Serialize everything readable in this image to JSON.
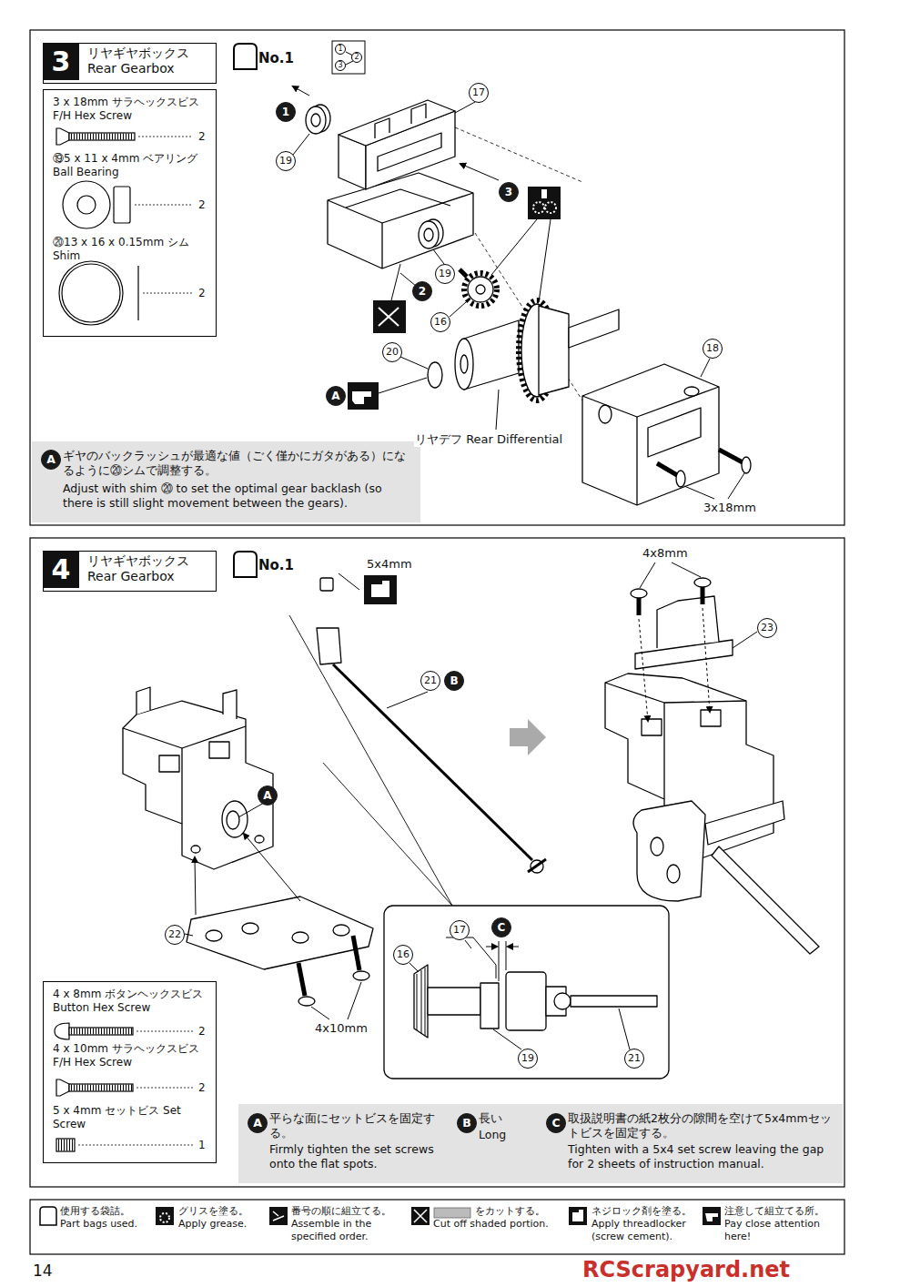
{
  "diagram": {
    "nodes": [
      {
        "text": [
          "3",
          "リヤギヤボックス Rear Gearbox"
        ]
      },
      {
        "text": [
          "3 x 18mm サラヘックスビス F/H Hex Screw",
          "2",
          "⑲5 x 11 x 4mm ベアリング Ball Bearing",
          "2",
          "⑳13 x 16 x 0.15mm シム Shim",
          "2"
        ]
      },
      {
        "text": [
          "A",
          "ギヤのバックラッシュが最適な値（ごく僅かにガタがある）になるように⑳シムで調整する。",
          "Adjust with shim ⑳ to set the optimal gear backlash (so there is still slight movement between the gears)."
        ]
      },
      {
        "text": [
          "4",
          "リヤギヤボックス Rear Gearbox"
        ]
      },
      {
        "text": [
          "4 x 8mm ボタンヘックスビス Button Hex Screw",
          "2",
          "4 x 10mm サラヘックスビス F/H Hex Screw",
          "2",
          "5 x 4mm セットビス Set Screw",
          "1"
        ]
      },
      {
        "text": [
          "A",
          "平らな面にセットビスを固定する。",
          "Firmly tighten the set screws onto the flat spots.",
          "B",
          "長い",
          "Long",
          "C",
          "取扱説明書の紙2枚分の隙間を空けて5x4mmセットビスを固定する。",
          "Tighten with a 5x4 set screw leaving the gap for 2 sheets of instruction manual."
        ]
      }
    ],
    "labels": [
      "No.1",
      "1",
      "2",
      "3",
      "17",
      "1",
      "19",
      "3",
      "19",
      "2",
      "16",
      "18",
      "20",
      "A",
      "リヤデフ Rear Differential",
      "3x18mm",
      "No.1",
      "5x4mm",
      "21",
      "B",
      "A",
      "4x8mm",
      "23",
      "22",
      "4x10mm",
      "17",
      "C",
      "16",
      "19",
      "21",
      "14",
      "RCScrapyard.net"
    ],
    "legend": [
      {
        "text": "使用する袋詰。 Part bags used."
      },
      {
        "text": "グリスを塗る。 Apply grease."
      },
      {
        "text": "番号の順に組立てる。 Assemble in the specified order."
      },
      {
        "text": "をカットする。 Cut off shaded portion."
      },
      {
        "text": "ネジロック剤を塗る。 Apply threadlocker (screw cement)."
      },
      {
        "text": "注意して組立てる所。 Pay close attention here!"
      }
    ]
  }
}
